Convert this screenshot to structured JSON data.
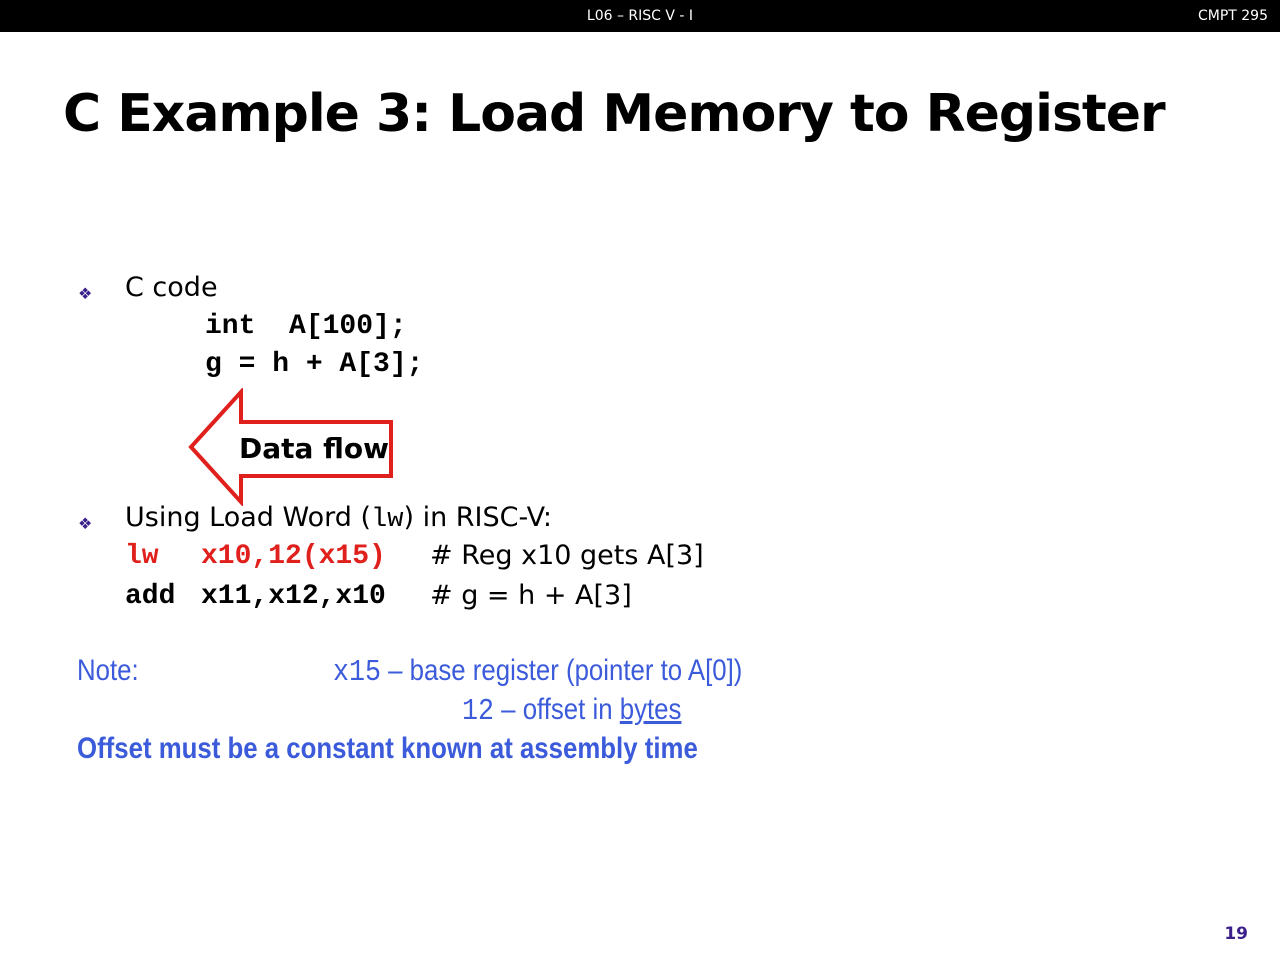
{
  "header": {
    "center": "L06 – RISC V - I",
    "right": "CMPT 295"
  },
  "title": "C Example 3: Load Memory to Register",
  "bullets": {
    "glyph": "❖",
    "c_code": {
      "label": "C code",
      "lines": [
        "int  A[100];",
        "g = h + A[3];"
      ]
    },
    "riscv": {
      "label_pre": "Using Load Word (",
      "label_code": "lw",
      "label_post": ") in RISC-V:",
      "line1": {
        "op": "lw",
        "args": "x10,12(x15)",
        "comment": "# Reg x10 gets A[3]"
      },
      "line2": {
        "op": "add",
        "args": "x11,x12,x10",
        "comment": "# g = h + A[3]"
      }
    }
  },
  "arrow": {
    "label": "Data flow",
    "stroke_color": "#e0201c"
  },
  "note": {
    "label": "Note:",
    "line1_code": "x15",
    "line1_text": " – base register (pointer to A[0])",
    "line2_code": "12",
    "line2_text_pre": " – offset in ",
    "line2_text_underlined": "bytes",
    "line3": "Offset must be a constant known at assembly time",
    "color": "#3b5bdb"
  },
  "page_number": "19"
}
